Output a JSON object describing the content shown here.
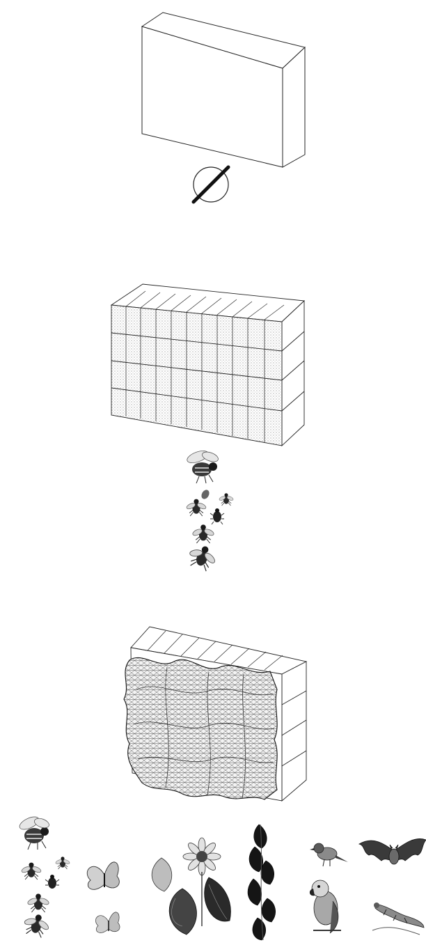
{
  "figure": {
    "stages": [
      {
        "id": "empty-box",
        "symbol": "empty-set-symbol",
        "fauna": []
      },
      {
        "id": "block-wall",
        "fauna": [
          "bee-icon",
          "fly-icon",
          "beetle-icon",
          "wasp-icon",
          "housefly-icon"
        ]
      },
      {
        "id": "overgrown-wall",
        "fauna": [
          "bee-icon",
          "beetle-icon",
          "butterfly-icon",
          "flower-icon",
          "leaf-vine-icon",
          "sparrow-icon",
          "parrot-icon",
          "bat-icon",
          "lizard-icon"
        ]
      }
    ],
    "colors": {
      "line": "#222222",
      "face": "#ffffff",
      "dark": "#1a1a1a",
      "mid": "#7a7a7a",
      "light": "#cfcfcf"
    }
  }
}
